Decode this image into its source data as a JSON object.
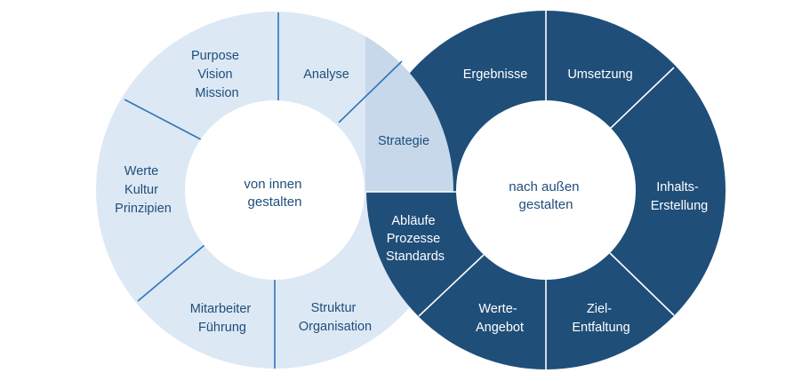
{
  "colors": {
    "left_ring": "#dde8f5",
    "right_ring": "#1f4e79",
    "overlap": "#c6d8ea",
    "center": "#ffffff",
    "dark_text": "#1f4e79",
    "light_text": "#ffffff"
  },
  "left_ring": {
    "hub": [
      "von innen",
      "gestalten"
    ],
    "segments": [
      {
        "name": "purpose-vision-mission",
        "lines": [
          "Purpose",
          "Vision",
          "Mission"
        ]
      },
      {
        "name": "analyse",
        "lines": [
          "Analyse"
        ]
      },
      {
        "name": "werte-kultur-prinzipien",
        "lines": [
          "Werte",
          "Kultur",
          "Prinzipien"
        ]
      },
      {
        "name": "mitarbeiter-fuehrung",
        "lines": [
          "Mitarbeiter",
          "Führung"
        ]
      },
      {
        "name": "struktur-organisation",
        "lines": [
          "Struktur",
          "Organisation"
        ]
      }
    ]
  },
  "overlap": {
    "top": {
      "name": "strategie",
      "lines": [
        "Strategie"
      ]
    },
    "bottom": {
      "name": "ablaeufe-prozesse-standards",
      "lines": [
        "Abläufe",
        "Prozesse",
        "Standards"
      ]
    }
  },
  "right_ring": {
    "hub": [
      "nach außen",
      "gestalten"
    ],
    "segments": [
      {
        "name": "ergebnisse",
        "lines": [
          "Ergebnisse"
        ]
      },
      {
        "name": "umsetzung",
        "lines": [
          "Umsetzung"
        ]
      },
      {
        "name": "inhalts-erstellung",
        "lines": [
          "Inhalts-",
          "Erstellung"
        ]
      },
      {
        "name": "ziel-entfaltung",
        "lines": [
          "Ziel-",
          "Entfaltung"
        ]
      },
      {
        "name": "werte-angebot",
        "lines": [
          "Werte-",
          "Angebot"
        ]
      }
    ]
  }
}
